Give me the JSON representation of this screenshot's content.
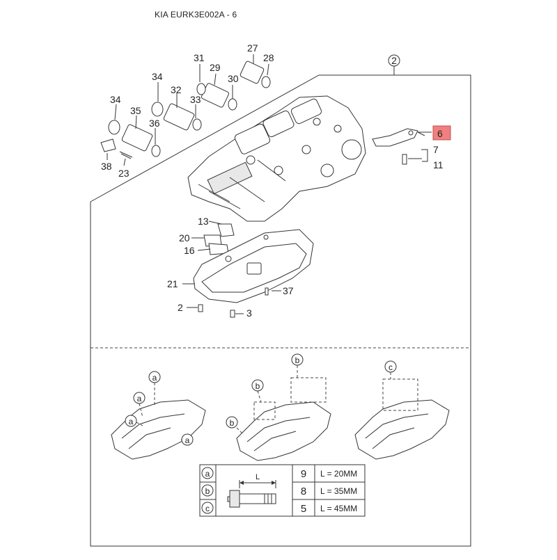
{
  "header": {
    "title": "KIA EURK3E002A - 6"
  },
  "callouts": {
    "c2": "2",
    "c27": "27",
    "c28": "28",
    "c29": "29",
    "c30": "30",
    "c31": "31",
    "c32": "32",
    "c33": "33",
    "c34a": "34",
    "c34b": "34",
    "c35": "35",
    "c36": "36",
    "c38": "38",
    "c23": "23",
    "c6": "6",
    "c7": "7",
    "c11": "11",
    "c13": "13",
    "c20": "20",
    "c16": "16",
    "c21": "21",
    "c37": "37",
    "c2b": "2",
    "c3": "3"
  },
  "detail_markers": {
    "a": "a",
    "b": "b",
    "c": "c"
  },
  "bolt_table": {
    "dimension_label": "L",
    "rows": [
      {
        "marker": "a",
        "qty": "9",
        "length": "L = 20MM"
      },
      {
        "marker": "b",
        "qty": "8",
        "length": "L = 35MM"
      },
      {
        "marker": "c",
        "qty": "5",
        "length": "L = 45MM"
      }
    ]
  },
  "highlight": {
    "color": "#f08080"
  }
}
